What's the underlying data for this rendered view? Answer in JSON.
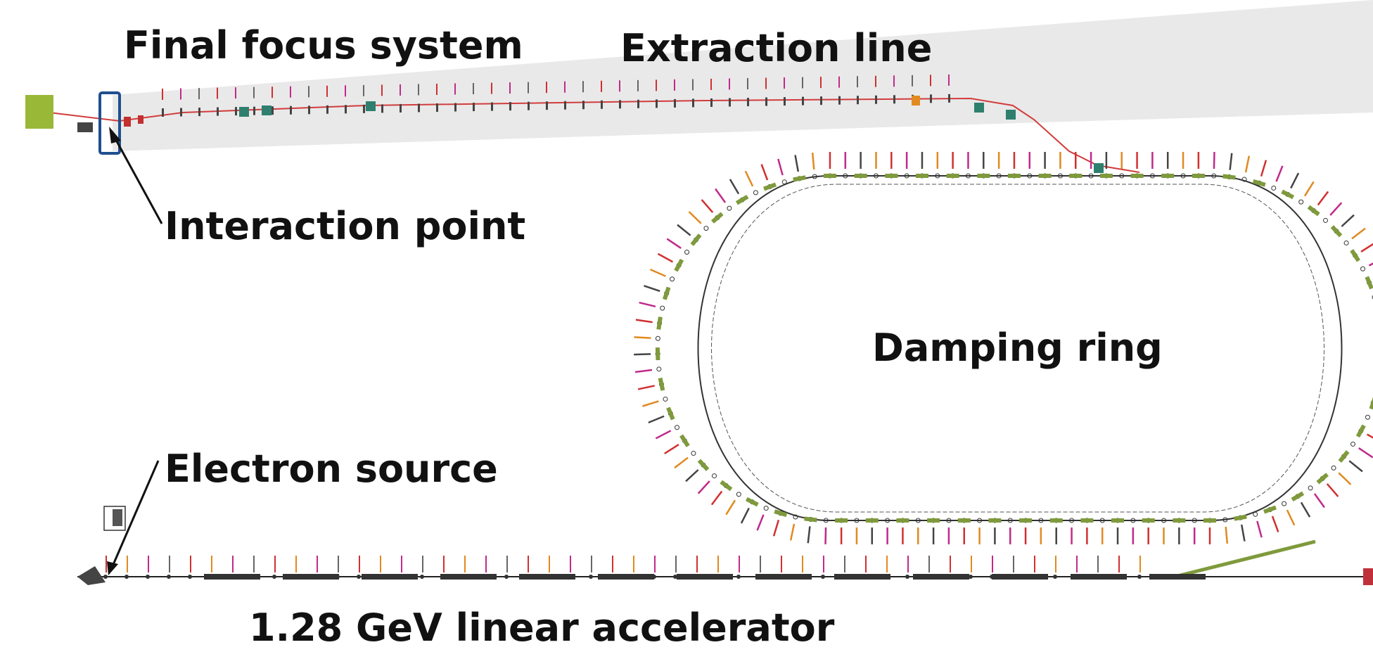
{
  "labels": {
    "final_focus": "Final focus system",
    "extraction": "Extraction line",
    "interaction_point": "Interaction point",
    "damping_ring": "Damping ring",
    "electron_source": "Electron source",
    "linac": "1.28 GeV linear accelerator"
  },
  "colors": {
    "shaded_band": "#e6e6e6",
    "beam_line": "#d23c3c",
    "magnet_green": "#7f9a3c",
    "magnet_teal": "#2f7f6f",
    "ip_box": "#1f4f8f",
    "label_red": "#d03030",
    "label_magenta": "#c02a8a",
    "label_orange": "#e08a20",
    "dump_block": "#8fb030",
    "end_block": "#c0303a"
  },
  "icons": {
    "ip_marker": "rectangle-highlight-icon",
    "arrow": "arrow-pointer-icon"
  }
}
